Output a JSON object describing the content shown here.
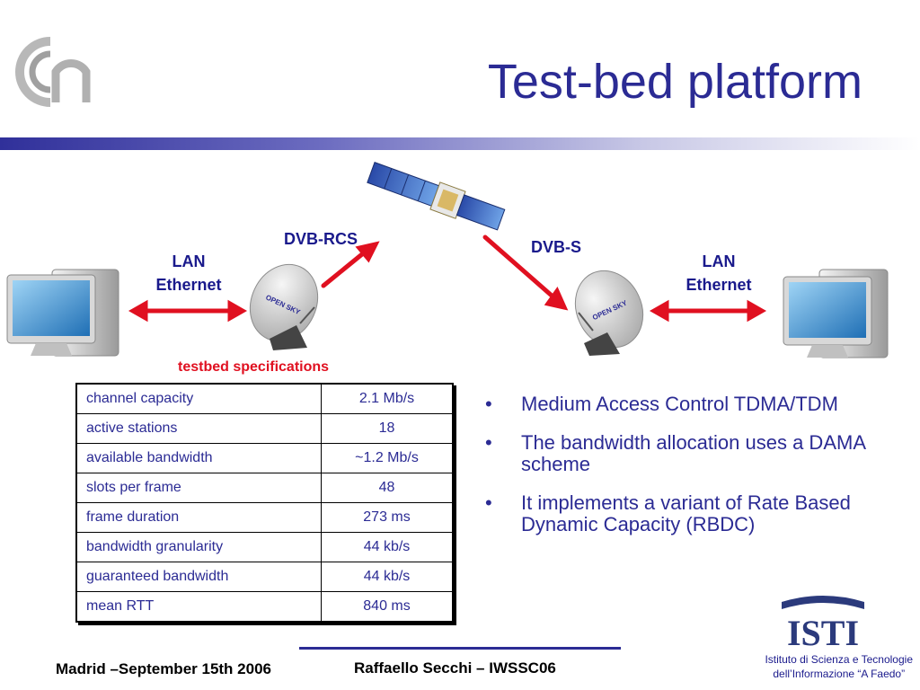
{
  "slide": {
    "title": "Test-bed platform"
  },
  "diagram": {
    "dvb_rcs": "DVB-RCS",
    "dvb_s": "DVB-S",
    "lan_left": "LAN",
    "ethernet_left": "Ethernet",
    "lan_right": "LAN",
    "ethernet_right": "Ethernet",
    "dish_brand": "OPEN SKY",
    "colors": {
      "arrow": "#e01020",
      "label": "#1a1a8c"
    }
  },
  "specs": {
    "title": "testbed specifications",
    "rows": [
      {
        "name": "channel capacity",
        "value": "2.1 Mb/s"
      },
      {
        "name": "active stations",
        "value": "18"
      },
      {
        "name": "available bandwidth",
        "value": "~1.2 Mb/s"
      },
      {
        "name": "slots per frame",
        "value": "48"
      },
      {
        "name": "frame duration",
        "value": "273 ms"
      },
      {
        "name": "bandwidth granularity",
        "value": "44 kb/s"
      },
      {
        "name": "guaranteed bandwidth",
        "value": "44 kb/s"
      },
      {
        "name": "mean RTT",
        "value": "840 ms"
      }
    ]
  },
  "bullets": [
    "Medium Access Control TDMA/TDM",
    "The bandwidth allocation uses a DAMA scheme",
    "It implements a variant of Rate Based Dynamic Capacity (RBDC)"
  ],
  "footer": {
    "left": "Madrid –September 15th 2006",
    "center": "Raffaello Secchi – IWSSC06",
    "right_line1": "Istituto di Scienza e Tecnologie",
    "right_line2": "dell’Informazione “A Faedo”"
  },
  "logos": {
    "isti_text": "ISTI"
  }
}
